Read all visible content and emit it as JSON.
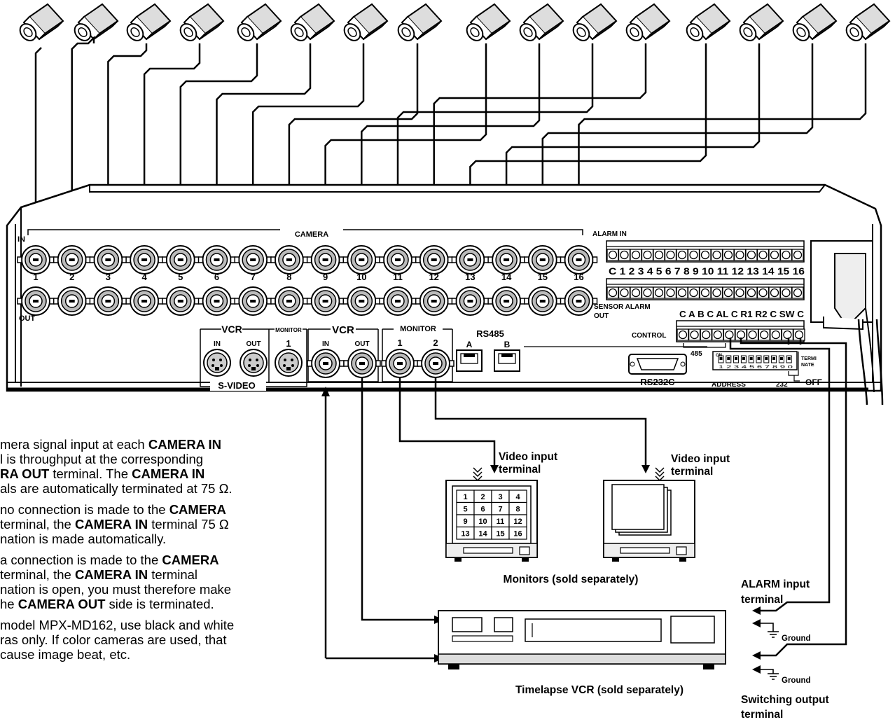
{
  "panel": {
    "camera_header": "CAMERA",
    "in_label": "IN",
    "out_label": "OUT",
    "channels": [
      "1",
      "2",
      "3",
      "4",
      "5",
      "6",
      "7",
      "8",
      "9",
      "10",
      "11",
      "12",
      "13",
      "14",
      "15",
      "16"
    ],
    "vcr_svideo_label": "VCR",
    "monitor_svideo_label": "MONITOR",
    "svideo_in": "IN",
    "svideo_out": "OUT",
    "svideo_monitor_num": "1",
    "svideo_label": "S-VIDEO",
    "vcr_label": "VCR",
    "vcr_in": "IN",
    "vcr_out": "OUT",
    "monitor_label": "MONITOR",
    "monitor_1": "1",
    "monitor_2": "2",
    "rs485_label": "RS485",
    "rs485_a": "A",
    "rs485_b": "B",
    "alarm_in_label": "ALARM IN",
    "alarm_in_terminals": "C 1 2 3 4 5 6 7 8 9 10 11 12 13 14 15 16",
    "sensor_label": "SENSOR ALARM",
    "sensor_out": "OUT",
    "control_label": "CONTROL",
    "control_terminals": "C A B C AL C R1 R2 C SW C",
    "rs485_bracket": "485",
    "rs232c_label": "RS232C",
    "address_label": "ADDRESS",
    "num_232": "232",
    "terminate_label_1": "TERMI",
    "terminate_label_2": "NATE",
    "off_label": "OFF",
    "dip_on": "ON",
    "dip_numbers": "1 2 3 4 5 6 7 8 9 0"
  },
  "devices": {
    "video_input_left_1": "Video input",
    "video_input_left_2": "terminal",
    "video_input_right_1": "Video input",
    "video_input_right_2": "terminal",
    "quad_cells": [
      "1",
      "2",
      "3",
      "4",
      "5",
      "6",
      "7",
      "8",
      "9",
      "10",
      "11",
      "12",
      "13",
      "14",
      "15",
      "16"
    ],
    "monitors_caption": "Monitors (sold separately)",
    "vcr_caption": "Timelapse VCR (sold separately)",
    "alarm_input_1": "ALARM input",
    "alarm_input_2": "terminal",
    "ground_1": "Ground",
    "ground_2": "Ground",
    "switching_1": "Switching output",
    "switching_2": "terminal"
  },
  "notes": [
    [
      [
        {
          "t": "mera signal input at each "
        },
        {
          "t": "CAMERA IN",
          "b": true
        }
      ],
      [
        {
          "t": "l is throughput at the corresponding"
        }
      ],
      [
        {
          "t": "RA OUT",
          "b": true
        },
        {
          "t": " terminal. The "
        },
        {
          "t": "CAMERA IN",
          "b": true
        }
      ],
      [
        {
          "t": "als are automatically terminated at 75 Ω."
        }
      ]
    ],
    [
      [
        {
          "t": "no connection is made to the "
        },
        {
          "t": "CAMERA",
          "b": true
        }
      ],
      [
        {
          "t": "terminal, the "
        },
        {
          "t": "CAMERA IN",
          "b": true
        },
        {
          "t": " terminal 75 Ω"
        }
      ],
      [
        {
          "t": "nation is made automatically."
        }
      ]
    ],
    [
      [
        {
          "t": "a connection is made to the "
        },
        {
          "t": "CAMERA",
          "b": true
        }
      ],
      [
        {
          "t": "terminal, the "
        },
        {
          "t": "CAMERA IN",
          "b": true
        },
        {
          "t": " terminal"
        }
      ],
      [
        {
          "t": "nation is open, you must therefore make"
        }
      ],
      [
        {
          "t": "he "
        },
        {
          "t": "CAMERA OUT",
          "b": true
        },
        {
          "t": " side is terminated."
        }
      ]
    ],
    [
      [
        {
          "t": "model MPX-MD162, use black and white"
        }
      ],
      [
        {
          "t": "ras only. If color cameras are used, that"
        }
      ],
      [
        {
          "t": "cause image beat, etc."
        }
      ]
    ]
  ]
}
